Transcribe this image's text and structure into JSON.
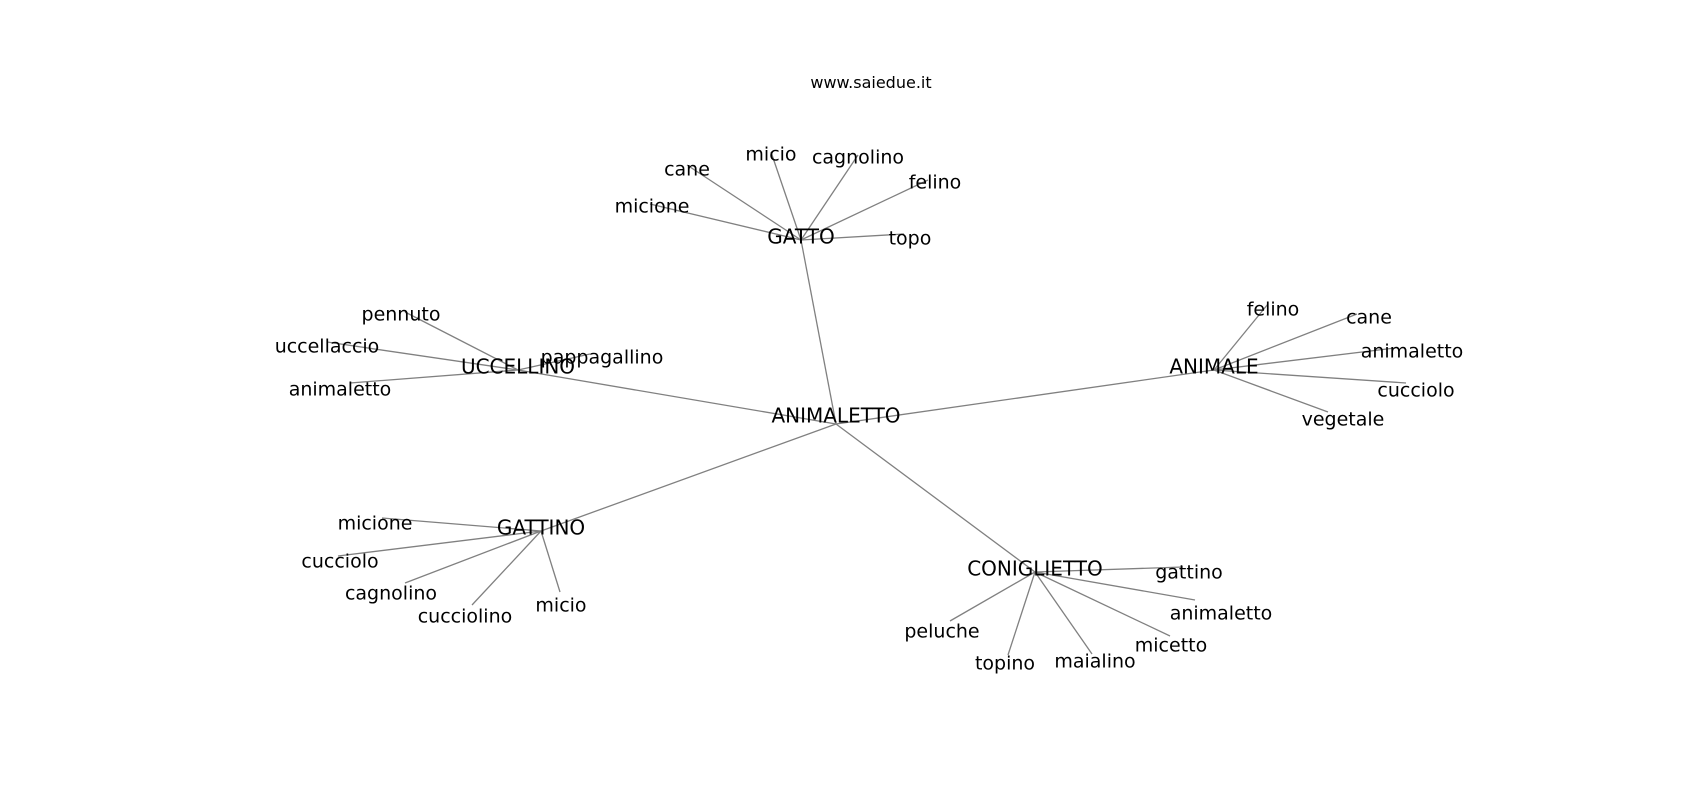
{
  "site": "www.saiedue.it",
  "center": "ANIMALETTO",
  "clusters": [
    {
      "hub": "GATTO",
      "leaves": [
        "cane",
        "micio",
        "cagnolino",
        "felino",
        "micione",
        "topo"
      ]
    },
    {
      "hub": "UCCELLINO",
      "leaves": [
        "pennuto",
        "uccellaccio",
        "pappagallino",
        "animaletto"
      ]
    },
    {
      "hub": "ANIMALE",
      "leaves": [
        "felino",
        "cane",
        "animaletto",
        "cucciolo",
        "vegetale"
      ]
    },
    {
      "hub": "GATTINO",
      "leaves": [
        "micione",
        "cucciolo",
        "cagnolino",
        "cucciolino",
        "micio"
      ]
    },
    {
      "hub": "CONIGLIETTO",
      "leaves": [
        "gattino",
        "animaletto",
        "peluche",
        "micetto",
        "topino",
        "maialino"
      ]
    }
  ],
  "colors": {
    "edge": "#808080",
    "text": "#000000",
    "background": "#ffffff"
  }
}
